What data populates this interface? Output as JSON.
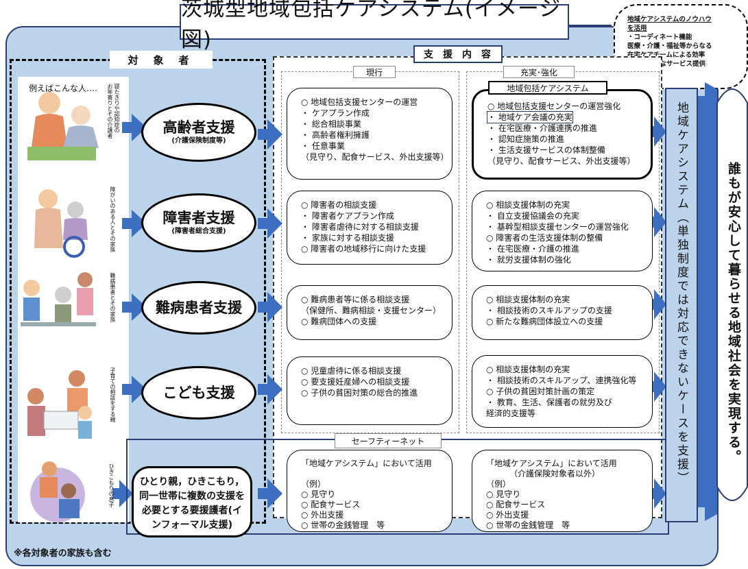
{
  "title": "茨城型地域包括ケアシステム(イメージ図)",
  "cloud": {
    "line1": "地域ケアシステムのノウハウ",
    "line2": "を活用",
    "line3": "・コーディネート機能",
    "line4": "医療・介護・福祉等からなる",
    "line5": "在宅ケアチームによる効率",
    "line6": "的・効果的なサービス提供"
  },
  "target": {
    "header": "対象者",
    "intro": "例えばこんな人‥‥",
    "captions": [
      "寝たきりや認知症の",
      "お年寄りとその介護者",
      "障がいのある人とその家族",
      "難病患者とその家族",
      "子育ての相談をする親",
      "ひきこもりの息子"
    ],
    "footnote": "※各対象者の家族も含む"
  },
  "support": {
    "header": "支援内容",
    "current_header": "現行",
    "enhance_header": "充実･強化"
  },
  "categories": [
    {
      "title": "高齢者支援",
      "sub": "(介護保険制度等)"
    },
    {
      "title": "障害者支援",
      "sub": "(障害者総合支援)"
    },
    {
      "title": "難病患者支援",
      "sub": ""
    },
    {
      "title": "こども支援",
      "sub": ""
    }
  ],
  "current": [
    [
      "○ 地域包括支援センターの運営",
      " ・ ケアプラン作成",
      " ・ 総合相談事業",
      " ・ 高齢者権利擁護",
      " ・ 任意事業",
      "（見守り、配食サービス、外出支援等）"
    ],
    [
      "○ 障害者の相談支援",
      " ・ 障害者ケアプラン作成",
      " ・ 障害者虐待に対する相談支援",
      " ・ 家族に対する相談支援",
      "○ 障害者の地域移行に向けた支援"
    ],
    [
      "○ 難病患者等に係る相談支援",
      "（保健所、難病相談・支援センター）",
      "○ 難病団体への支援"
    ],
    [
      "○ 児童虐待に係る相談支援",
      "○ 要支援妊産婦への相談支援",
      "○ 子供の貧困対策の総合的推進"
    ]
  ],
  "enhanced_header_label": "地域包括ケアシステム",
  "enhanced": [
    [
      "○ 地域包括支援センターの運営強化",
      " ・ 地域ケア会議の充実",
      " ・ 在宅医療・介護連携の推進",
      " ・ 認知症施策の推進",
      " ・ 生活支援サービスの体制整備",
      "（見守り、配食サービス、外出支援等）"
    ],
    [
      "○ 相談支援体制の充実",
      " ・ 自立支援協議会の充実",
      " ・ 基幹型相談支援センターの運営強化",
      "○ 障害者の生活支援体制の整備",
      " ・ 在宅医療・介護の推進",
      " ・ 就労支援体制の強化"
    ],
    [
      "○ 相談支援体制の充実",
      " ・ 相談技術のスキルアップの支援",
      "○ 新たな難病団体設立への支援"
    ],
    [
      "○ 相談支援体制の充実",
      " ・ 相談技術のスキルアップ、連携強化等",
      "○ 子供の貧困対策計画の策定",
      " ・ 教育、生活、保護者の就労及び",
      "   経済的支援等"
    ]
  ],
  "safety_net": {
    "header": "セーフティーネット",
    "hitori": "ひとり親，ひきこもり，同一世帯に複数の支援を必要とする要援護者(インフォーマル支援)",
    "left": [
      "「地域ケアシステム」において活用",
      "",
      "（例）",
      "○ 見守り",
      "○ 配食サービス",
      "○ 外出支援",
      "○ 世帯の金銭管理　等"
    ],
    "right": [
      "「地域ケアシステム」において活用",
      "（介護保険対象者以外）",
      "（例）",
      "○ 見守り",
      "○ 配食サービス",
      "○ 外出支援",
      "○ 世帯の金銭管理　等"
    ]
  },
  "vertical_box": "地域ケアシステム（単独制度では対応できないケースを支援）",
  "final_goal": "誰もが安心して暮らせる地域社会を実現する。",
  "colors": {
    "panel": "#bcd3ec",
    "arrow": "#3d6fc0",
    "border": "#2a3e73"
  }
}
